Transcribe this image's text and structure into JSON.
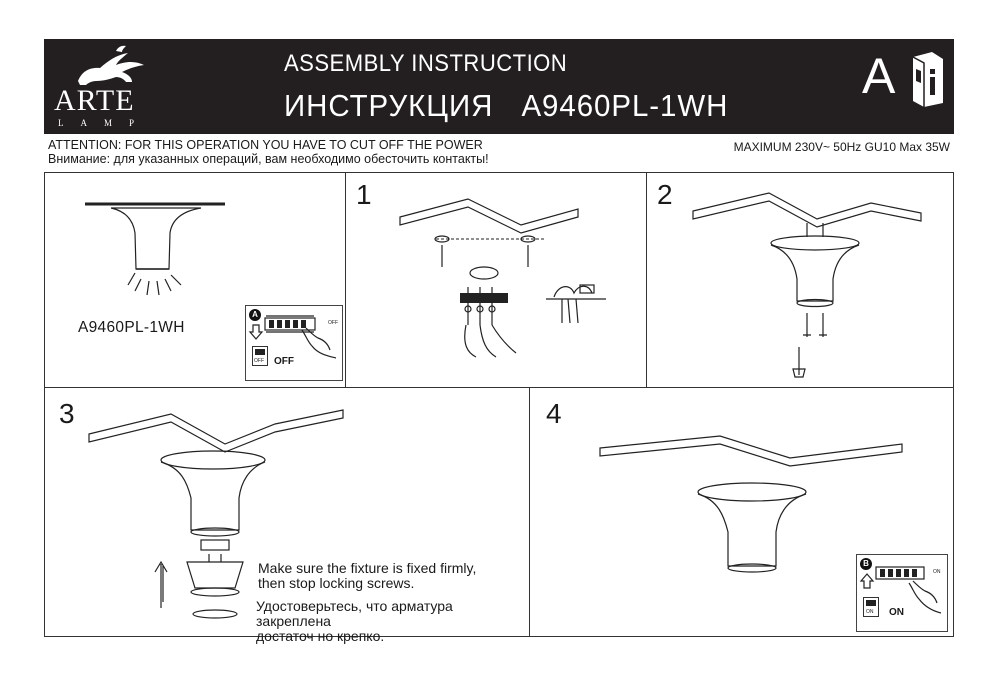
{
  "header": {
    "logo": "ARTE",
    "logo_sub": "LAMP",
    "title_en": "ASSEMBLY INSTRUCTION",
    "title_ru": "ИНСТРУКЦИЯ",
    "model": "A9460PL-1WH",
    "letter": "A"
  },
  "attention": {
    "en": "ATTENTION: FOR THIS OPERATION YOU HAVE TO CUT OFF THE POWER",
    "ru": "Внимание: для указанных операций, вам необходимо обесточить контакты!"
  },
  "spec": "MAXIMUM 230V~ 50Hz GU10 Max 35W",
  "panels": {
    "overview": {
      "model_label": "A9460PL-1WH",
      "badge": "A",
      "switch_state": "OFF",
      "switch_tiny": "OFF",
      "switch_small": "OFF"
    },
    "step1": {
      "number": "1"
    },
    "step2": {
      "number": "2"
    },
    "step3": {
      "number": "3",
      "note_en_1": "Make sure the fixture is fixed firmly,",
      "note_en_2": "then stop locking screws.",
      "note_ru_1": "Удостоверьтесь, что арматура закреплена",
      "note_ru_2": "достаточ но крепко."
    },
    "step4": {
      "number": "4",
      "badge": "B",
      "switch_state": "ON",
      "switch_tiny": "ON",
      "switch_small": "ON"
    }
  },
  "icons": [
    "lion-logo-icon",
    "manual-book-icon",
    "down-arrow-icon",
    "up-arrow-icon",
    "hand-icon"
  ]
}
